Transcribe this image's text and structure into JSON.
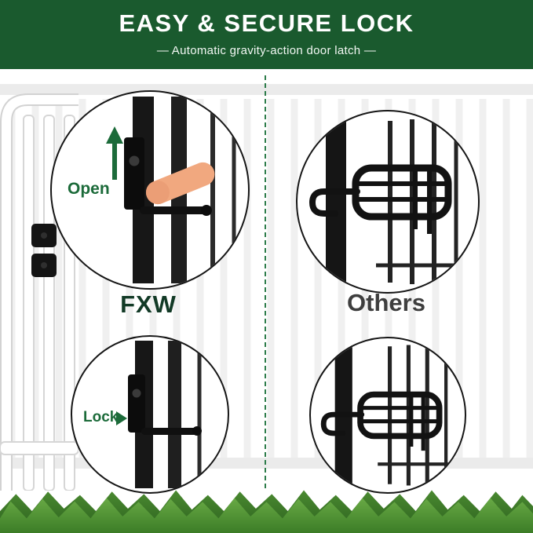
{
  "header": {
    "title": "EASY & SECURE LOCK",
    "subtitle": "—  Automatic gravity-action door latch  —"
  },
  "comparison": {
    "fxw": {
      "brand": "FXW",
      "open_label": "Open",
      "lock_label": "Lock"
    },
    "others": {
      "brand": "Others"
    }
  },
  "colors": {
    "header_background": "#1a5a2e",
    "accent_green": "#1c6b3a",
    "divider_green": "#2e7d4b",
    "fxw_label": "#123a26",
    "others_label": "#3e3e3e",
    "grass_light": "#79bb50",
    "grass_dark": "#2c611e"
  }
}
